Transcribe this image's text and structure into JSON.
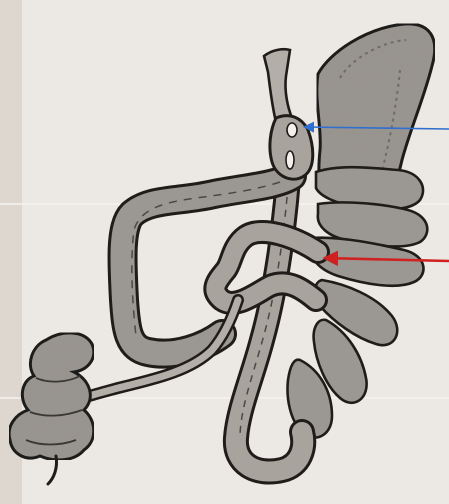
{
  "figure": {
    "colors": {
      "paper": "#ece8e3",
      "paper_shade": "#e2ddd6",
      "organ_fill": "#9b9792",
      "organ_fill_light": "#b3aea8",
      "outline": "#1f1c1a",
      "blue_arrow": "#2f6fd0",
      "red_arrow": "#d02020"
    },
    "arrows": [
      {
        "name": "blue-arrow",
        "color": "blue"
      },
      {
        "name": "red-arrow",
        "color": "red"
      }
    ]
  }
}
